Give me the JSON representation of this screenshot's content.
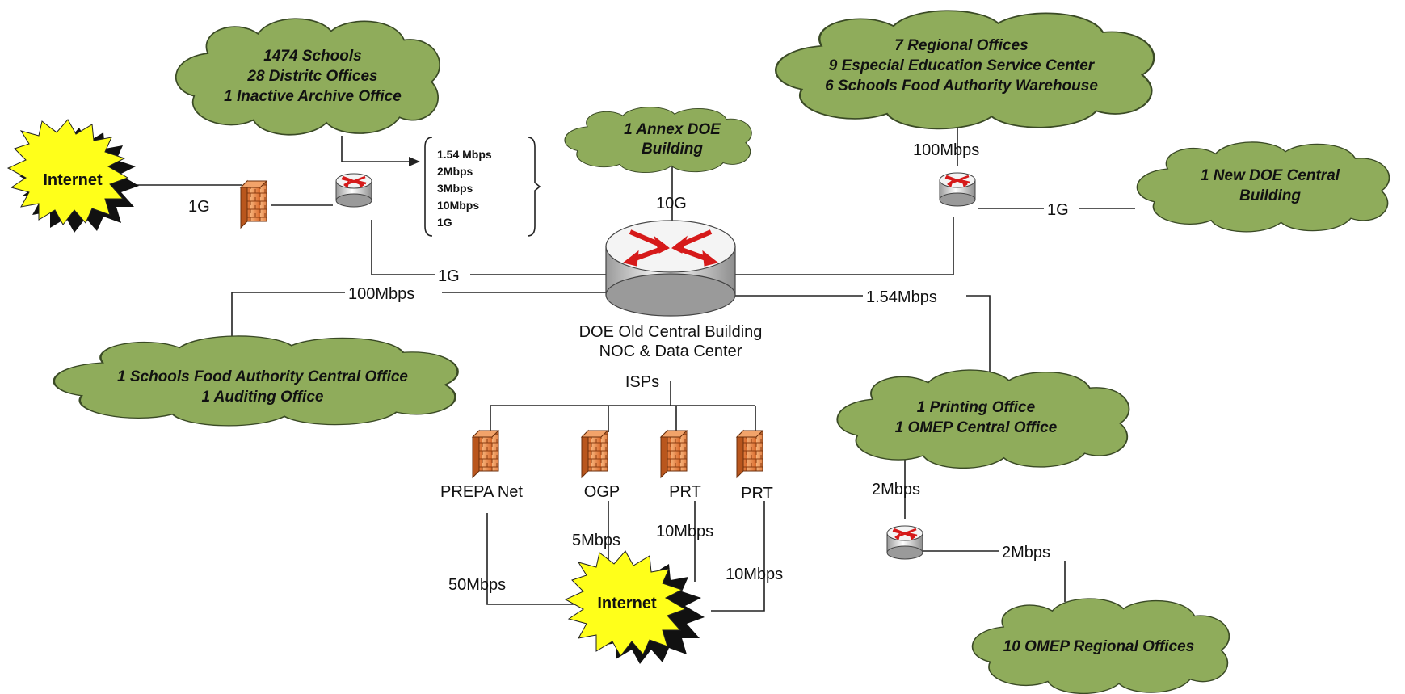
{
  "clouds": {
    "schools": [
      "1474 Schools",
      "28 Distritc Offices",
      "1 Inactive Archive Office"
    ],
    "annex": [
      "1 Annex DOE",
      "Building"
    ],
    "regional": [
      "7 Regional Offices",
      "9 Especial Education Service Center",
      "6  Schools Food Authority Warehouse"
    ],
    "new_central": [
      "1 New DOE Central",
      "Building"
    ],
    "food_auditing": [
      "1 Schools Food Authority Central Office",
      "1 Auditing Office"
    ],
    "printing": [
      "1 Printing Office",
      "1 OMEP Central Office"
    ],
    "omep_regional": [
      "10 OMEP Regional Offices"
    ]
  },
  "internet": {
    "top_left": "Internet",
    "bottom": "Internet"
  },
  "speed_options": [
    "1.54 Mbps",
    "2Mbps",
    "3Mbps",
    "10Mbps",
    "1G"
  ],
  "core": {
    "line1": "DOE Old Central Building",
    "line2": "NOC & Data Center",
    "isps": "ISPs"
  },
  "isps": [
    "PREPA Net",
    "OGP",
    "PRT",
    "PRT"
  ],
  "links": {
    "internet_fw": "1G",
    "annex": "10G",
    "regional": "100Mbps",
    "new_central": "1G",
    "schools_core": "1G",
    "food_core": "100Mbps",
    "printing_core": "1.54Mbps",
    "printing_router": "2Mbps",
    "router_omep": "2Mbps",
    "prepa": "50Mbps",
    "ogp": "5Mbps",
    "prt1": "10Mbps",
    "prt2": "10Mbps"
  },
  "colors": {
    "cloud_fill": "#8fac5b",
    "cloud_stroke": "#3a4a25",
    "burst_fill": "#ffff1a",
    "firewall": "#e8823a",
    "router_arrows": "#d61a1a"
  }
}
